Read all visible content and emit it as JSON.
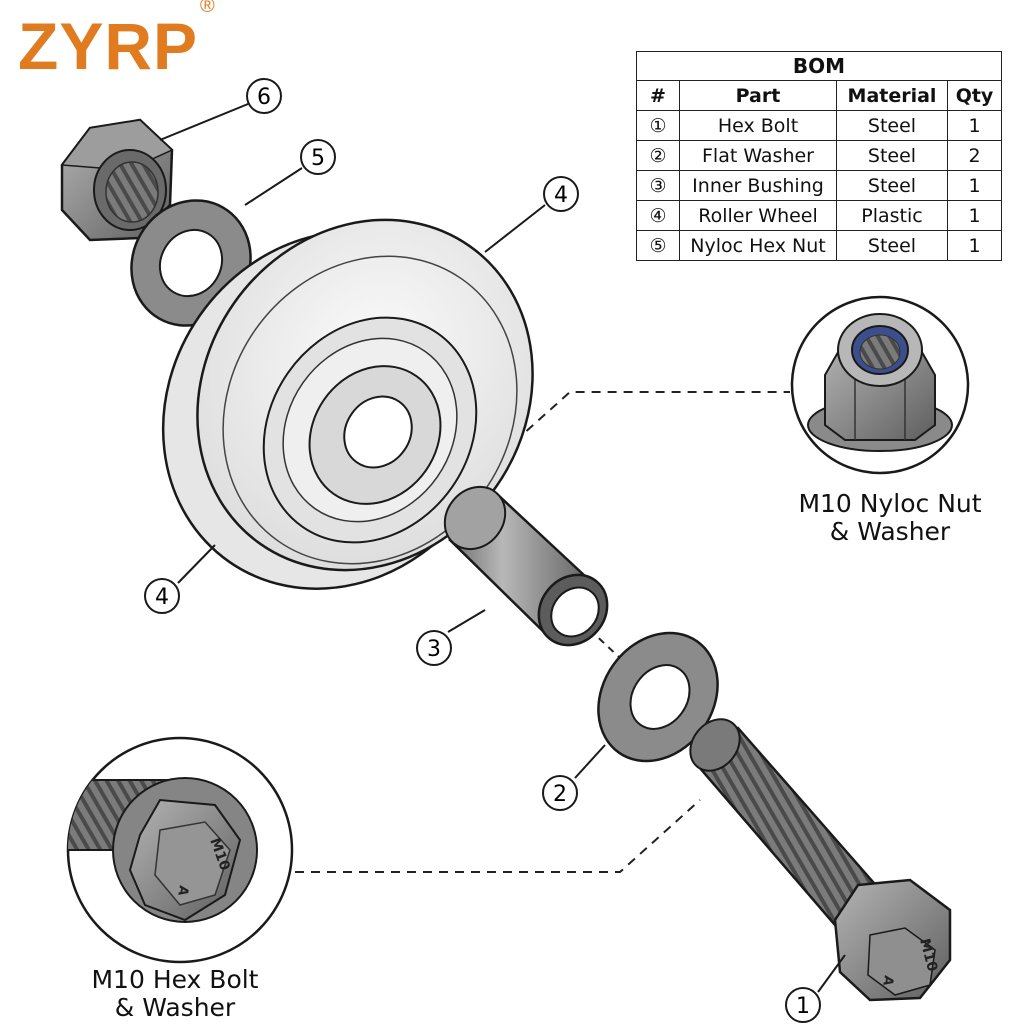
{
  "brand": {
    "name": "ZYRP",
    "mark": "®",
    "color": "#e07b1f"
  },
  "bom": {
    "title": "BOM",
    "headers": [
      "#",
      "Part",
      "Material",
      "Qty"
    ],
    "rows": [
      {
        "num": "①",
        "part": "Hex Bolt",
        "material": "Steel",
        "qty": "1"
      },
      {
        "num": "②",
        "part": "Flat Washer",
        "material": "Steel",
        "qty": "2"
      },
      {
        "num": "③",
        "part": "Inner Bushing",
        "material": "Steel",
        "qty": "1"
      },
      {
        "num": "④",
        "part": "Roller Wheel",
        "material": "Plastic",
        "qty": "1"
      },
      {
        "num": "⑤",
        "part": "Nyloc Hex Nut",
        "material": "Steel",
        "qty": "1"
      }
    ]
  },
  "balloons": {
    "b1": "1",
    "b2": "2",
    "b3": "3",
    "b4a": "4",
    "b4b": "4",
    "b5": "5",
    "b6": "6"
  },
  "details": {
    "nut": {
      "line1": "M10 Nyloc Nut",
      "line2": "& Washer"
    },
    "bolt": {
      "line1": "M10 Hex Bolt",
      "line2": "& Washer"
    }
  },
  "bolt_head_text": {
    "size": "M10",
    "grade": "A"
  },
  "colors": {
    "steel": "#8e8e8e",
    "steel_dark": "#5f5f5f",
    "steel_light": "#b9b9b9",
    "wheel": "#f1f1f1",
    "line": "#1a1a1a",
    "nyloc_insert": "#3b4f8c"
  }
}
